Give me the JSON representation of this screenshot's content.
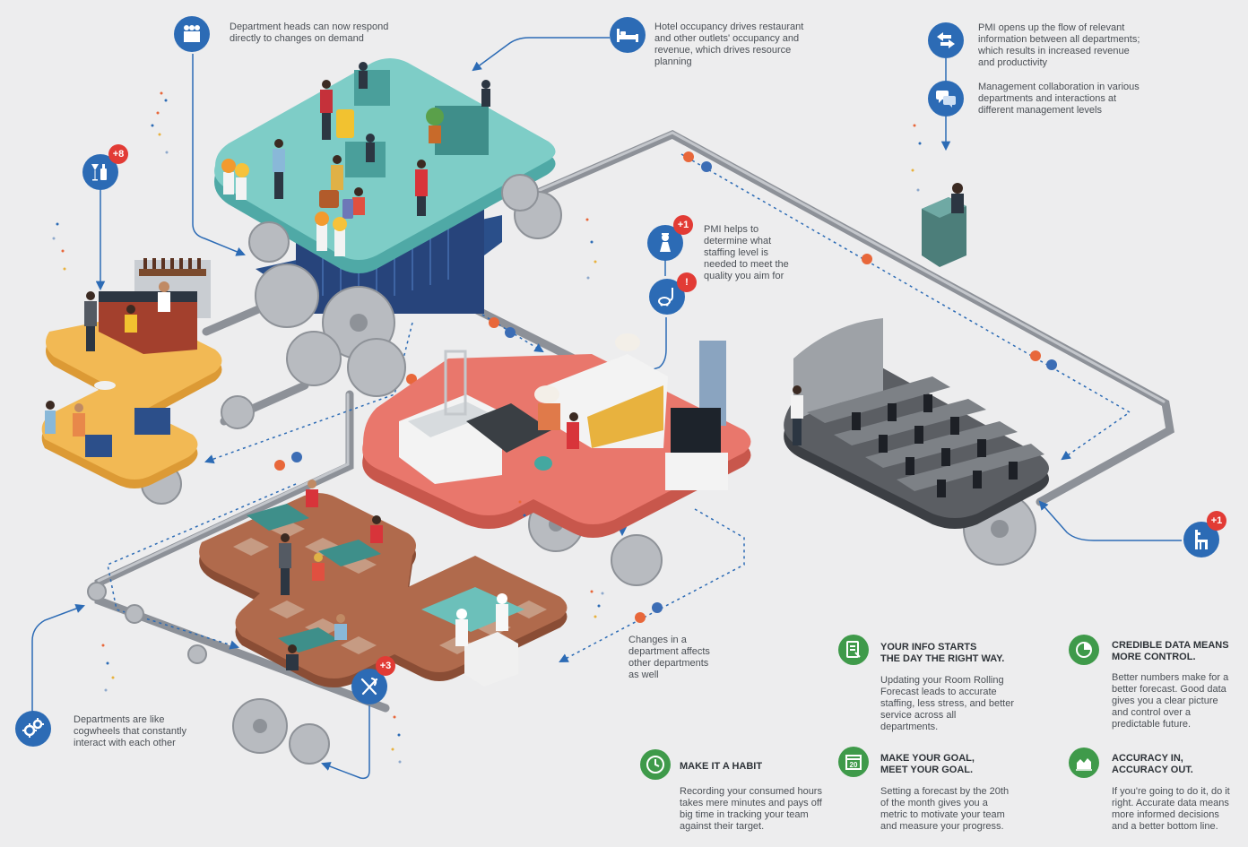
{
  "notes": {
    "dept_heads": "Department heads can now respond directly to changes on demand",
    "hotel_occupancy": "Hotel occupancy drives restaurant and other outlets' occupancy and revenue, which drives resource planning",
    "pmi_flow": "PMI opens up the flow of relevant information between all departments; which results in increased revenue and productivity",
    "mgmt_collab": "Management collaboration in various departments and interactions at different management levels",
    "staffing": "PMI helps to determine what staffing level is needed to meet the quality you aim for",
    "changes": "Changes in a department affects other departments as well",
    "cogwheels": "Departments are like cogwheels that constantly interact with each other"
  },
  "badges": {
    "bar": "+8",
    "staff": "+1",
    "alert": "!",
    "meeting": "+1",
    "restaurant": "+3"
  },
  "tips": {
    "info_starts": {
      "title_line1": "YOUR INFO STARTS",
      "title_line2": "THE DAY THE RIGHT WAY.",
      "body": "Updating your Room Rolling Forecast leads to accurate staffing, less stress, and better service across all departments."
    },
    "credible": {
      "title_line1": "CREDIBLE DATA MEANS",
      "title_line2": "MORE CONTROL.",
      "body": "Better numbers make for a better forecast. Good data gives you a clear picture and control over a predictable future."
    },
    "habit": {
      "title_line1": "MAKE IT A HABIT",
      "body": "Recording your consumed hours takes mere minutes and pays off big time in tracking your team against their target."
    },
    "goal": {
      "title_line1": "MAKE YOUR GOAL,",
      "title_line2": "MEET YOUR GOAL.",
      "icon_number": "20",
      "body": "Setting a forecast by the 20th of the month gives you a metric to motivate your team and measure your progress."
    },
    "accuracy": {
      "title_line1": "ACCURACY IN,",
      "title_line2": "ACCURACY OUT.",
      "body": "If you're going to do it, do it right. Accurate data means more informed decisions and a better bottom line."
    }
  },
  "colors": {
    "background": "#ededee",
    "icon_blue": "#2c6bb5",
    "badge_red": "#e23b35",
    "tip_green": "#3f9a4a",
    "lobby_teal": "#7ecdc7",
    "bar_yellow": "#f2b954",
    "room_salmon": "#e9776c",
    "meeting_grey": "#55585d",
    "dot_orange": "#e8673a",
    "dot_blue": "#3c6db5"
  },
  "icons": {
    "people": "people-icon",
    "bed": "bed-icon",
    "arrows": "exchange-arrows-icon",
    "chat": "chat-bubbles-icon",
    "drinks": "drinks-icon",
    "housekeeper": "housekeeper-icon",
    "vacuum": "vacuum-icon",
    "chair": "chair-icon",
    "cutlery": "cutlery-icon",
    "cogs": "cogs-icon",
    "form": "form-icon",
    "pie": "pie-chart-icon",
    "clock": "clock-icon",
    "calendar": "calendar-icon",
    "area_chart": "area-chart-icon"
  }
}
